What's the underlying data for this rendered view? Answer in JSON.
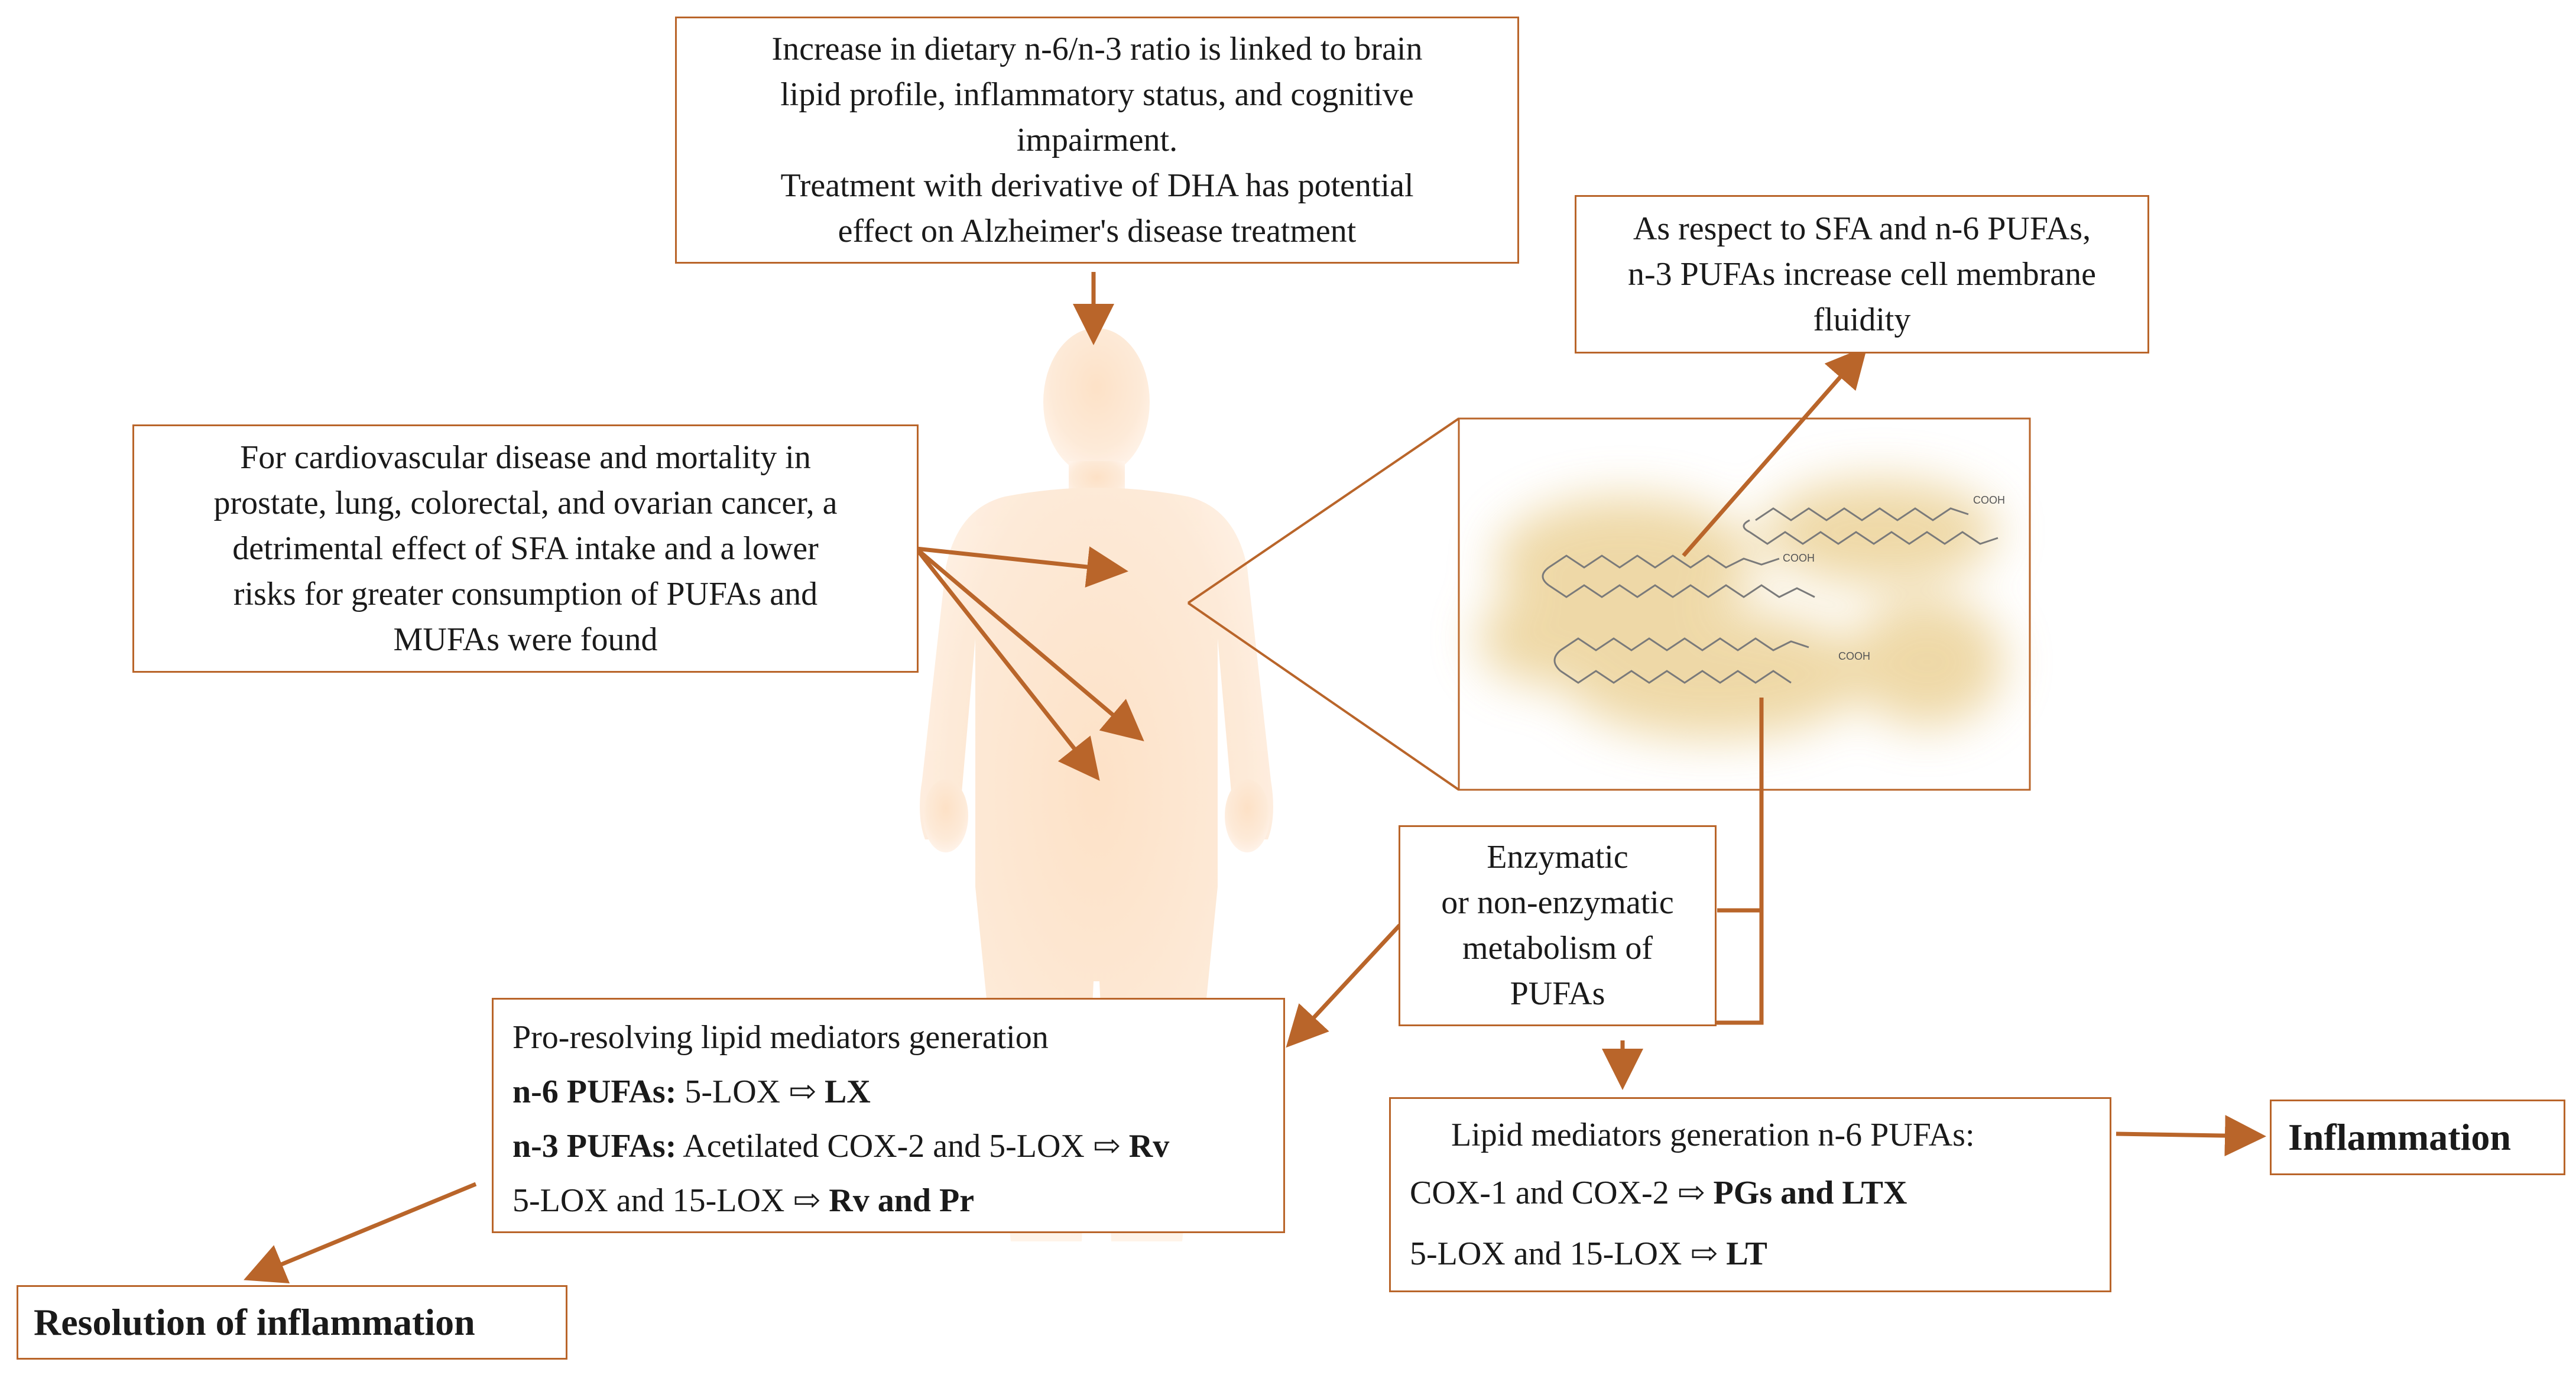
{
  "colors": {
    "arrow": "#b9652a",
    "border": "#b9652a",
    "body_fill": "#fde4cc",
    "molecule_blob": "#e9cc8a"
  },
  "dha_box": {
    "lines": [
      "Increase in dietary n-6/n-3 ratio is linked to brain",
      "lipid profile, inflammatory status, and cognitive",
      "impairment.",
      "Treatment with derivative of DHA has potential",
      "effect on Alzheimer's disease treatment"
    ]
  },
  "membrane_box": {
    "lines": [
      "As respect to SFA and n-6 PUFAs,",
      "n-3 PUFAs increase cell membrane",
      "fluidity"
    ]
  },
  "cardio_box": {
    "lines": [
      "For cardiovascular disease and mortality in",
      "prostate, lung, colorectal, and ovarian cancer, a",
      "detrimental effect of SFA intake and a lower",
      "risks for greater consumption of PUFAs and",
      "MUFAs were found"
    ]
  },
  "molecules": {
    "cooh_1": "COOH",
    "cooh_2": "COOH",
    "cooh_3": "COOH"
  },
  "enzymatic_box": {
    "lines": [
      "Enzymatic",
      "or non-enzymatic",
      "metabolism of",
      "PUFAs"
    ]
  },
  "pro_resolving_box": {
    "title": "Pro-resolving lipid mediators generation",
    "n6_label": "n-6 PUFAs:",
    "n6_text": "5-LOX ⇨",
    "n6_product": "LX",
    "n3_label": "n-3 PUFAs:",
    "n3_text": "Acetilated COX-2 and 5-LOX ⇨",
    "n3_product": "Rv",
    "lox_text": "5-LOX and 15-LOX ⇨",
    "lox_product": "Rv and Pr"
  },
  "lipid_mediators_box": {
    "title": "Lipid mediators generation n-6 PUFAs:",
    "cox_text": "COX-1 and COX-2 ⇨",
    "cox_product": "PGs and LTX",
    "lox_text": "5-LOX and 15-LOX ⇨",
    "lox_product": "LT"
  },
  "inflammation_box": {
    "label": "Inflammation"
  },
  "resolution_box": {
    "label": "Resolution of inflammation"
  }
}
